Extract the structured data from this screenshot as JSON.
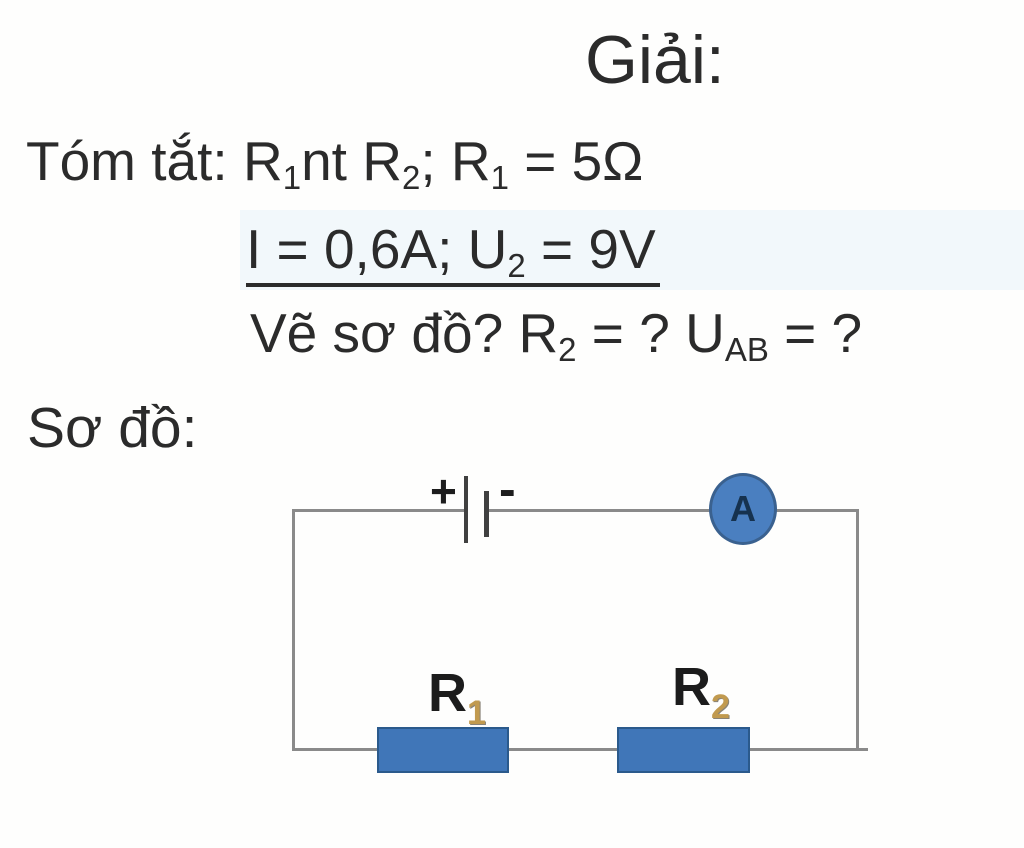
{
  "title": "Giải:",
  "solution": {
    "tomtat": {
      "s0": "Tóm tắt: R",
      "s1": "1",
      "s2": "nt R",
      "s3": "2",
      "s4": "; R",
      "s5": "1",
      "s6": " = 5Ω"
    },
    "given": {
      "s0": "I = 0,6A; U",
      "s1": "2",
      "s2": " = 9V"
    },
    "question": {
      "s0": "Vẽ sơ đồ? R",
      "s1": "2",
      "s2": " = ? U",
      "s3": "AB",
      "s4": " = ?"
    },
    "sodo_label": "Sơ đồ:"
  },
  "diagram": {
    "battery_plus": "+",
    "battery_minus": "-",
    "ammeter_label": "A",
    "r1": {
      "base": "R",
      "sub": "1"
    },
    "r2": {
      "base": "R",
      "sub": "2"
    }
  },
  "colors": {
    "text": "#2b2b2b",
    "wire": "#8a8a8a",
    "battery": "#404040",
    "resistor_fill": "#4076b8",
    "resistor_border": "#2b5a8c",
    "ammeter_fill": "#4a7fc0",
    "ammeter_border": "#3a618f",
    "ammeter_letter": "#16324f",
    "subscript_tan": "#c19a4f"
  }
}
